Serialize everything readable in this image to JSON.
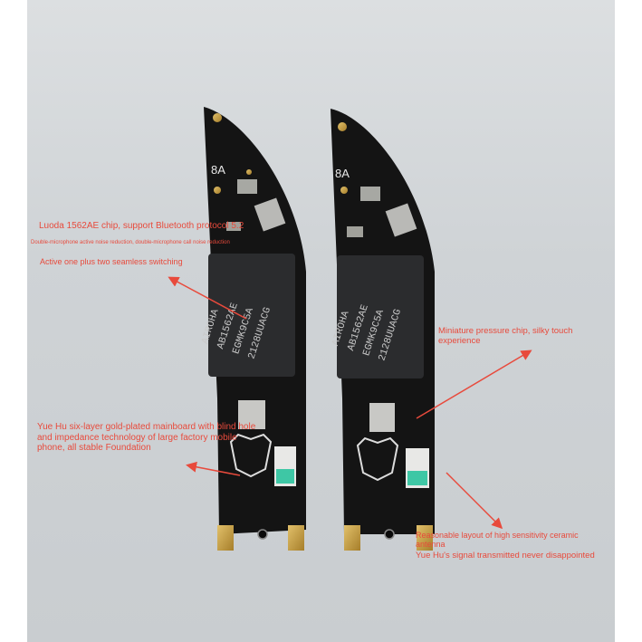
{
  "chip_marking": {
    "brand": "AIROHA",
    "model": "AB1562AE",
    "lot": "EGMK9C5A",
    "date": "2128UUACG"
  },
  "board_label": "8A",
  "annotations": {
    "chip_title": "Luoda 1562AE chip, support Bluetooth protocol 5.2",
    "chip_sub": "Double-microphone active noise reduction, double-microphone call noise reduction",
    "chip_switch": "Active one plus two seamless switching",
    "mainboard": "Yue Hu six-layer gold-plated mainboard with blind hole and impedance technology of large factory mobile phone, all stable Foundation",
    "pressure": "Miniature pressure chip, silky touch experience",
    "antenna": "Reasonable layout of high sensitivity ceramic antenna",
    "signal": "Yue Hu's signal transmitted never disappointed"
  },
  "colors": {
    "annotation": "#e84a3c",
    "pcb": "#141414",
    "gold": "#c9a24a",
    "ceramic": "#3ec7a5"
  }
}
